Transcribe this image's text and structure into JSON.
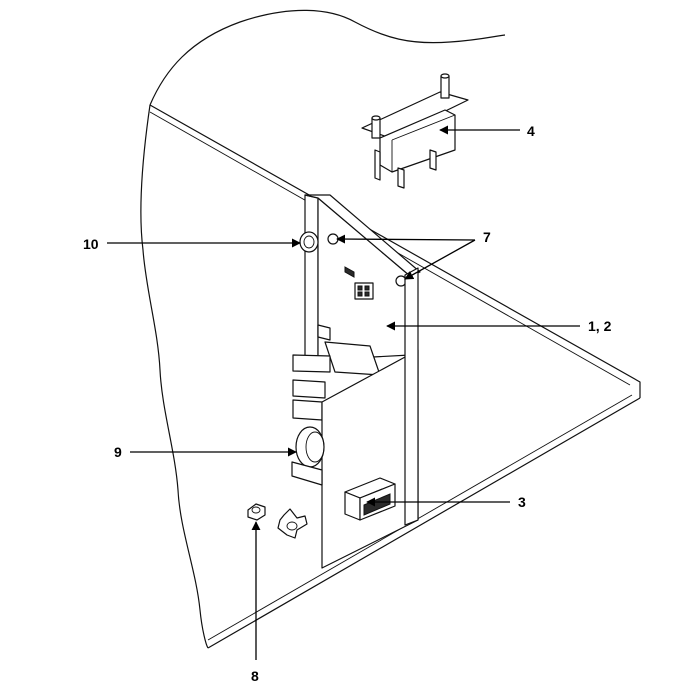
{
  "callouts": {
    "c4": "4",
    "c7": "7",
    "c10": "10",
    "c12": "1, 2",
    "c9": "9",
    "c3": "3",
    "c8": "8"
  }
}
